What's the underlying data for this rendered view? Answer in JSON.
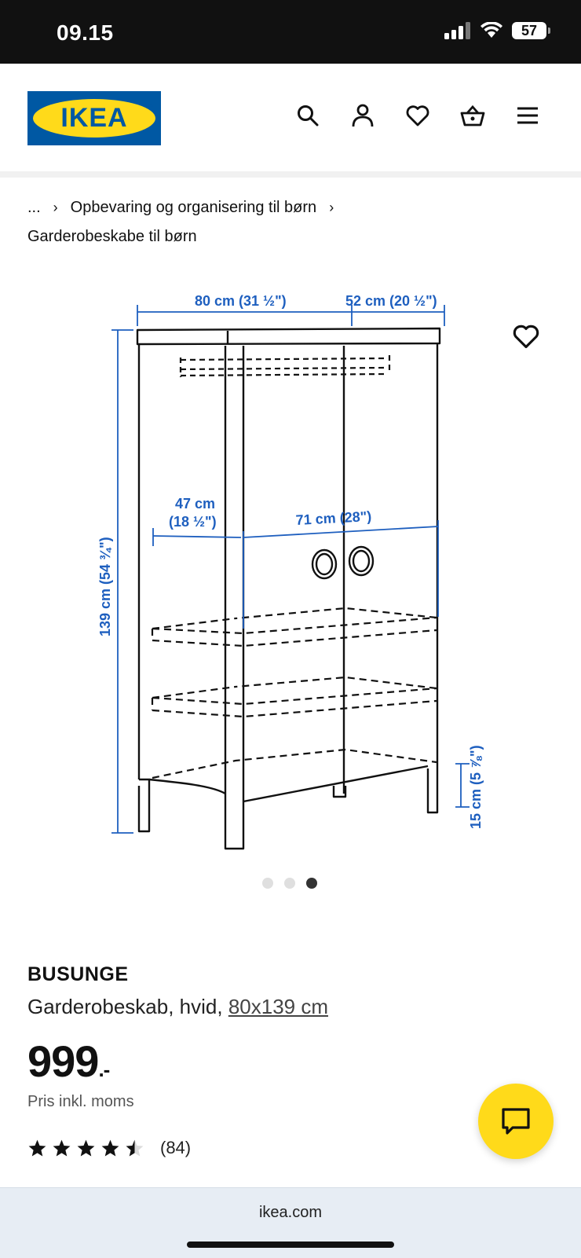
{
  "status_bar": {
    "time": "09.15",
    "battery": "57"
  },
  "header": {
    "logo_text": "IKEA",
    "icons": [
      "search-icon",
      "account-icon",
      "heart-icon",
      "basket-icon",
      "menu-icon"
    ]
  },
  "breadcrumb": {
    "ellipsis": "...",
    "level1": "Opbevaring og organisering til børn",
    "current": "Garderobeskabe til børn"
  },
  "image": {
    "dim_width": "80 cm (31 ½\")",
    "dim_depth": "52 cm (20 ½\")",
    "dim_height": "139 cm (54 ¾\")",
    "dim_inner_depth_1": "47 cm",
    "dim_inner_depth_2": "(18 ½\")",
    "dim_inner_width": "71 cm (28\")",
    "dim_leg": "15 cm (5 ⅞\")",
    "carousel_total": 3,
    "carousel_active": 3
  },
  "product": {
    "name": "BUSUNGE",
    "desc_prefix": "Garderobeskab, hvid, ",
    "size": "80x139 cm",
    "price": "999",
    "price_suffix": ".-",
    "price_note": "Pris inkl. moms",
    "rating": 4.5,
    "review_count": "(84)"
  },
  "browser": {
    "url": "ikea.com"
  },
  "colors": {
    "ikea_blue": "#0058a3",
    "ikea_yellow": "#ffda1a",
    "dimension_blue": "#1e5fbf"
  }
}
